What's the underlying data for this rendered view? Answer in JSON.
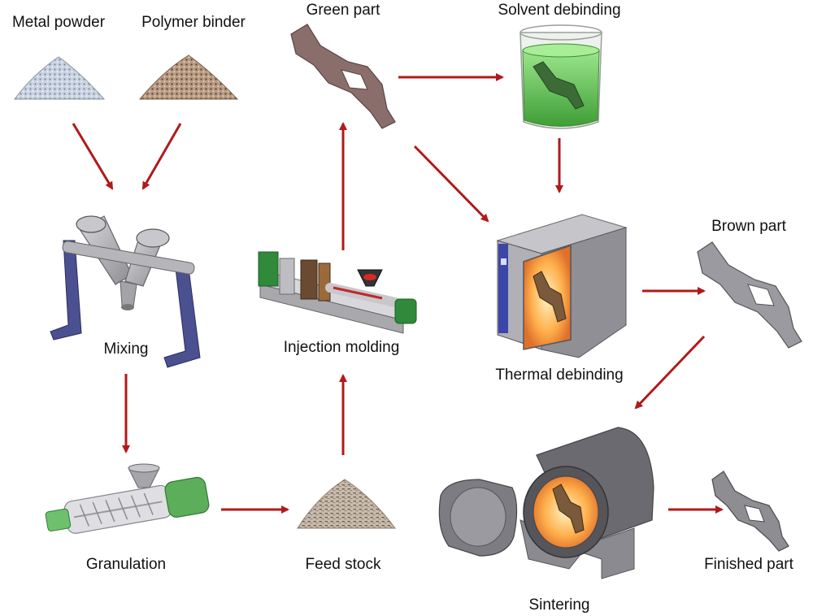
{
  "colors": {
    "arrow": "#b01a1a",
    "metal_gray": "#8d8d92",
    "brown_part": "#8a6e6c",
    "solvent_green": "#5fc04f",
    "machine_green": "#2f8a3a",
    "oven_blue": "#3a46a8",
    "heat_orange": "#ffb14d"
  },
  "nodes": {
    "metal_powder": {
      "label": "Metal powder",
      "icon": "gray-powder-heap-icon"
    },
    "polymer_binder": {
      "label": "Polymer binder",
      "icon": "brown-granule-heap-icon"
    },
    "mixing": {
      "label": "Mixing",
      "icon": "y-blender-icon"
    },
    "granulation": {
      "label": "Granulation",
      "icon": "screw-granulator-icon"
    },
    "feed_stock": {
      "label": "Feed stock",
      "icon": "feedstock-pellets-icon"
    },
    "injection_molding": {
      "label": "Injection molding",
      "icon": "injection-machine-icon"
    },
    "green_part": {
      "label": "Green part",
      "icon": "wrench-part-icon"
    },
    "solvent_debinding": {
      "label": "Solvent debinding",
      "icon": "solvent-beaker-icon"
    },
    "thermal_debinding": {
      "label": "Thermal debinding",
      "icon": "oven-icon"
    },
    "brown_part": {
      "label": "Brown part",
      "icon": "porous-part-icon"
    },
    "sintering": {
      "label": "Sintering",
      "icon": "sintering-furnace-icon"
    },
    "finished_part": {
      "label": "Finished part",
      "icon": "finished-part-icon"
    }
  }
}
